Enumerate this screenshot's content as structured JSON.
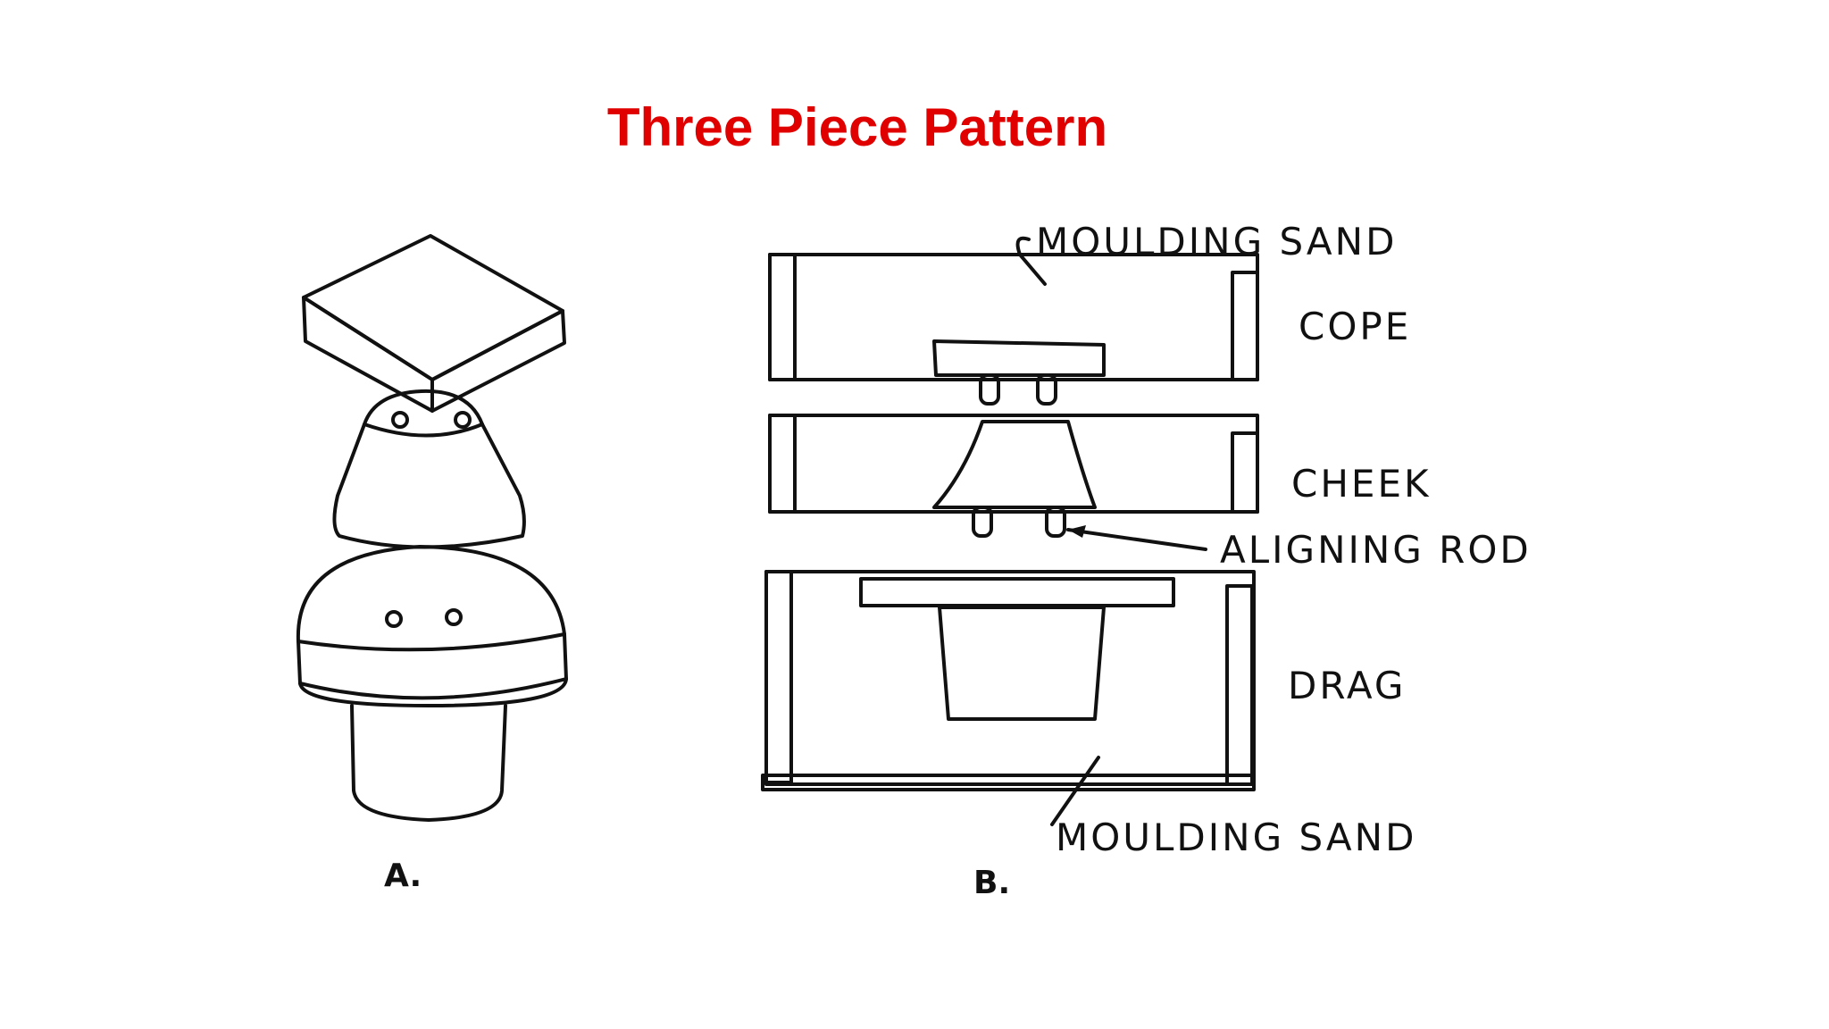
{
  "title": "Three Piece Pattern",
  "colors": {
    "title": "#e00000",
    "ink": "#111111",
    "sand_fill": "#ffffff"
  },
  "figure_a": {
    "label": "A."
  },
  "figure_b": {
    "label": "B.",
    "labels": {
      "moulding_sand_top": "MOULDING SAND",
      "cope": "COPE",
      "cheek": "CHEEK",
      "aligning_rod": "ALIGNING ROD",
      "drag": "DRAG",
      "moulding_sand_bottom": "MOULDING SAND"
    }
  }
}
